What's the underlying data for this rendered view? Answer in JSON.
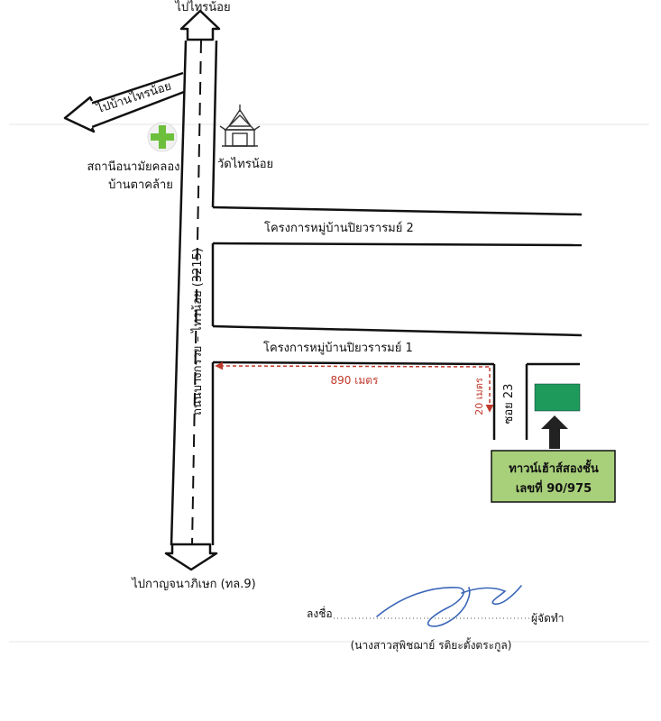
{
  "map": {
    "north_label": "ไปไทรน้อย",
    "south_label": "ไปกาญจนาภิเษก (ทล.9)",
    "west_branch_label": "ไปบ้านไทรน้อย",
    "health_station": {
      "icon": "green-cross-icon",
      "line1": "สถานีอนามัยคลอง",
      "line2": "บ้านตาคล้าย"
    },
    "temple": {
      "icon": "temple-icon",
      "label": "วัดไทรน้อย"
    },
    "main_road_label": "ถนนบางกรวย – ไทรน้อย (3215)",
    "project2_label": "โครงการหมู่บ้านปิยวรารมย์ 2",
    "project1_label": "โครงการหมู่บ้านปิยวรารมย์ 1",
    "distance_main": "890 เมตร",
    "distance_side": "20 เมตร",
    "soi_label": "ซอย 23",
    "destination": {
      "line1": "ทาวน์เฮ้าส์สองชั้น",
      "line2": "เลขที่ 90/975"
    },
    "colors": {
      "road_line": "#111111",
      "distance_red": "#c0392b",
      "destination_fill": "#a8cf7a",
      "house_fill": "#1e9a5a",
      "cross_green": "#6cbf3b",
      "signature_blue": "#3a66b8"
    }
  },
  "signature": {
    "prefix": "ลงชื่อ",
    "suffix": "ผู้จัดทำ",
    "name": "(นางสาวสุพิชฌาย์ รติยะตั้งตระกูล)"
  }
}
